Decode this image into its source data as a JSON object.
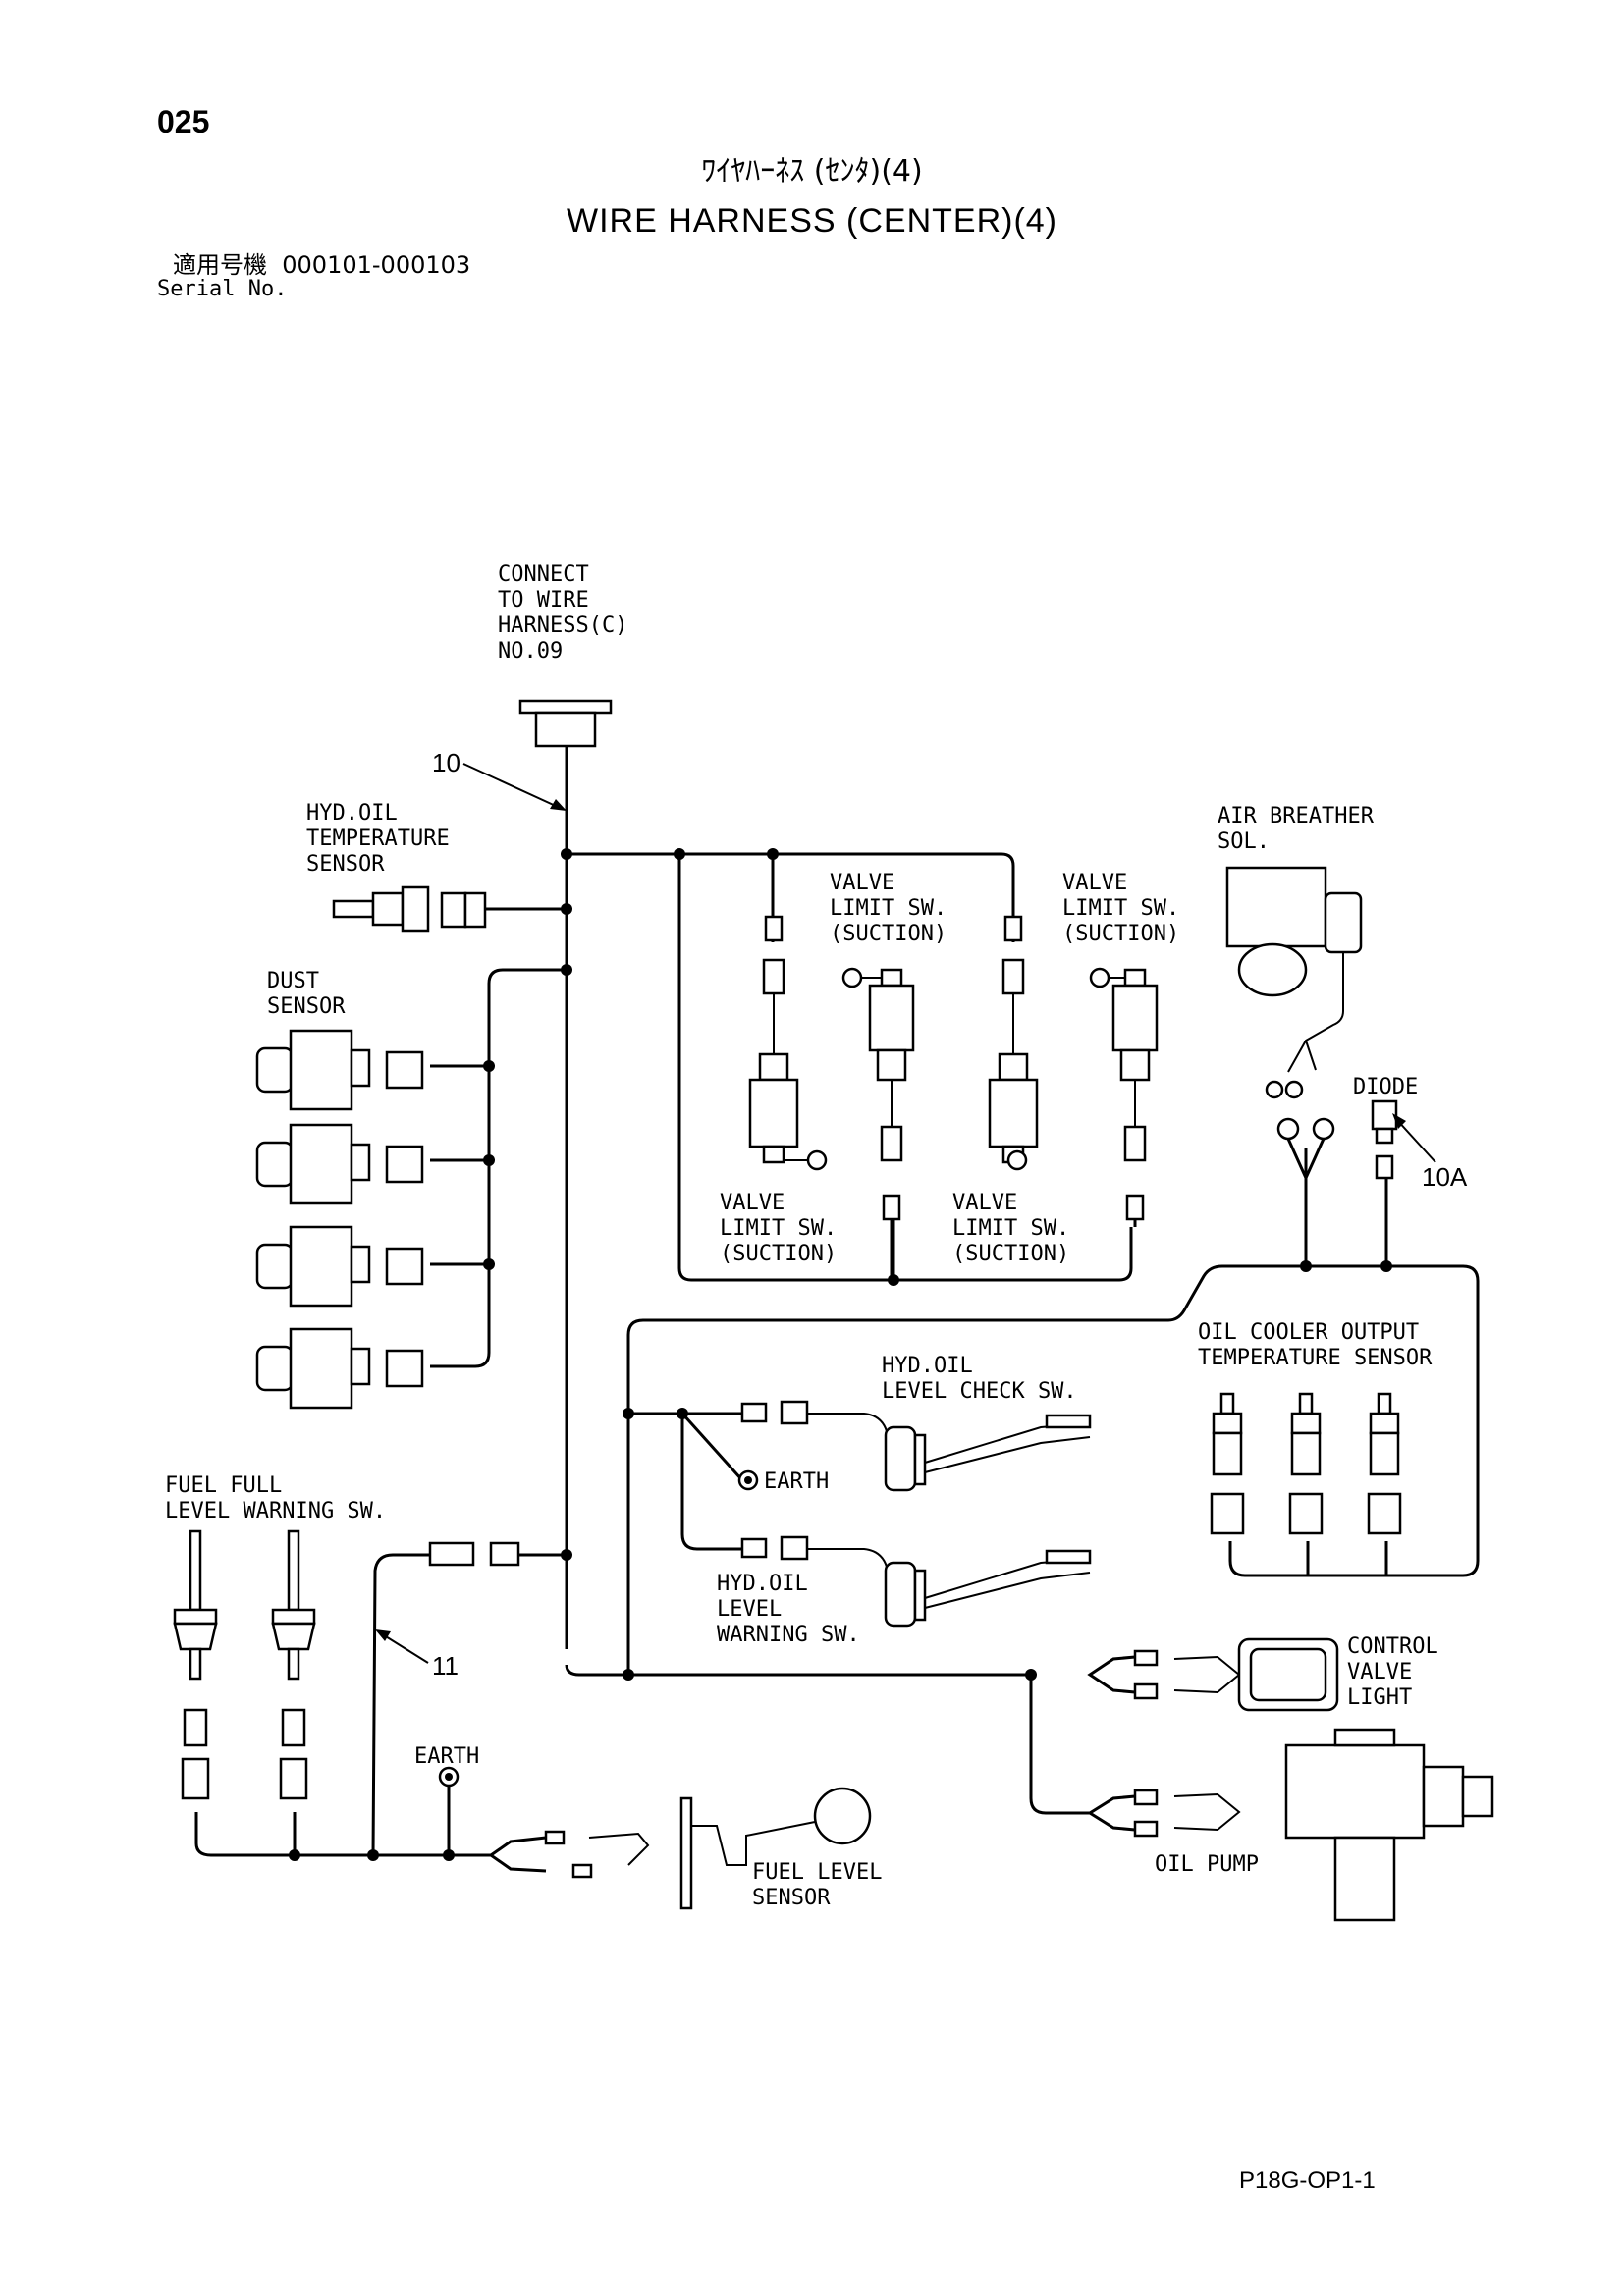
{
  "header": {
    "page_number": "025",
    "title_jp": "ﾜｲﾔﾊｰﾈｽ (ｾﾝﾀ)(4)",
    "title_en": "WIRE HARNESS (CENTER)(4)",
    "serial_label_jp": "適用号機",
    "serial_range": "000101-000103",
    "serial_label_en": "Serial No."
  },
  "diagram": {
    "labels": {
      "connect": [
        "CONNECT",
        "TO WIRE",
        "HARNESS(C)",
        "NO.09"
      ],
      "hyd_oil_temp": [
        "HYD.OIL",
        "TEMPERATURE",
        "SENSOR"
      ],
      "dust_sensor": [
        "DUST",
        "SENSOR"
      ],
      "valve_limit_top_1": [
        "VALVE",
        "LIMIT SW.",
        "(SUCTION)"
      ],
      "valve_limit_top_2": [
        "VALVE",
        "LIMIT SW.",
        "(SUCTION)"
      ],
      "valve_limit_bottom_1": [
        "VALVE",
        "LIMIT SW.",
        "(SUCTION)"
      ],
      "valve_limit_bottom_2": [
        "VALVE",
        "LIMIT SW.",
        "(SUCTION)"
      ],
      "air_breather": [
        "AIR BREATHER",
        "SOL."
      ],
      "diode": "DIODE",
      "oil_cooler": [
        "OIL COOLER OUTPUT",
        "TEMPERATURE SENSOR"
      ],
      "hyd_oil_level_check": [
        "HYD.OIL",
        "LEVEL CHECK SW."
      ],
      "earth_mid": "EARTH",
      "hyd_oil_level_warning": [
        "HYD.OIL",
        "LEVEL",
        "WARNING SW."
      ],
      "fuel_full": [
        "FUEL FULL",
        "LEVEL WARNING SW."
      ],
      "earth_bottom": "EARTH",
      "fuel_level_sensor": [
        "FUEL LEVEL",
        "SENSOR"
      ],
      "control_valve_light": [
        "CONTROL",
        "VALVE",
        "LIGHT"
      ],
      "oil_pump": "OIL PUMP"
    },
    "callouts": {
      "harness_main": "10",
      "diode_ref": "10A",
      "harness_sub": "11"
    }
  },
  "footer": {
    "drawing_code": "P18G-OP1-1"
  }
}
